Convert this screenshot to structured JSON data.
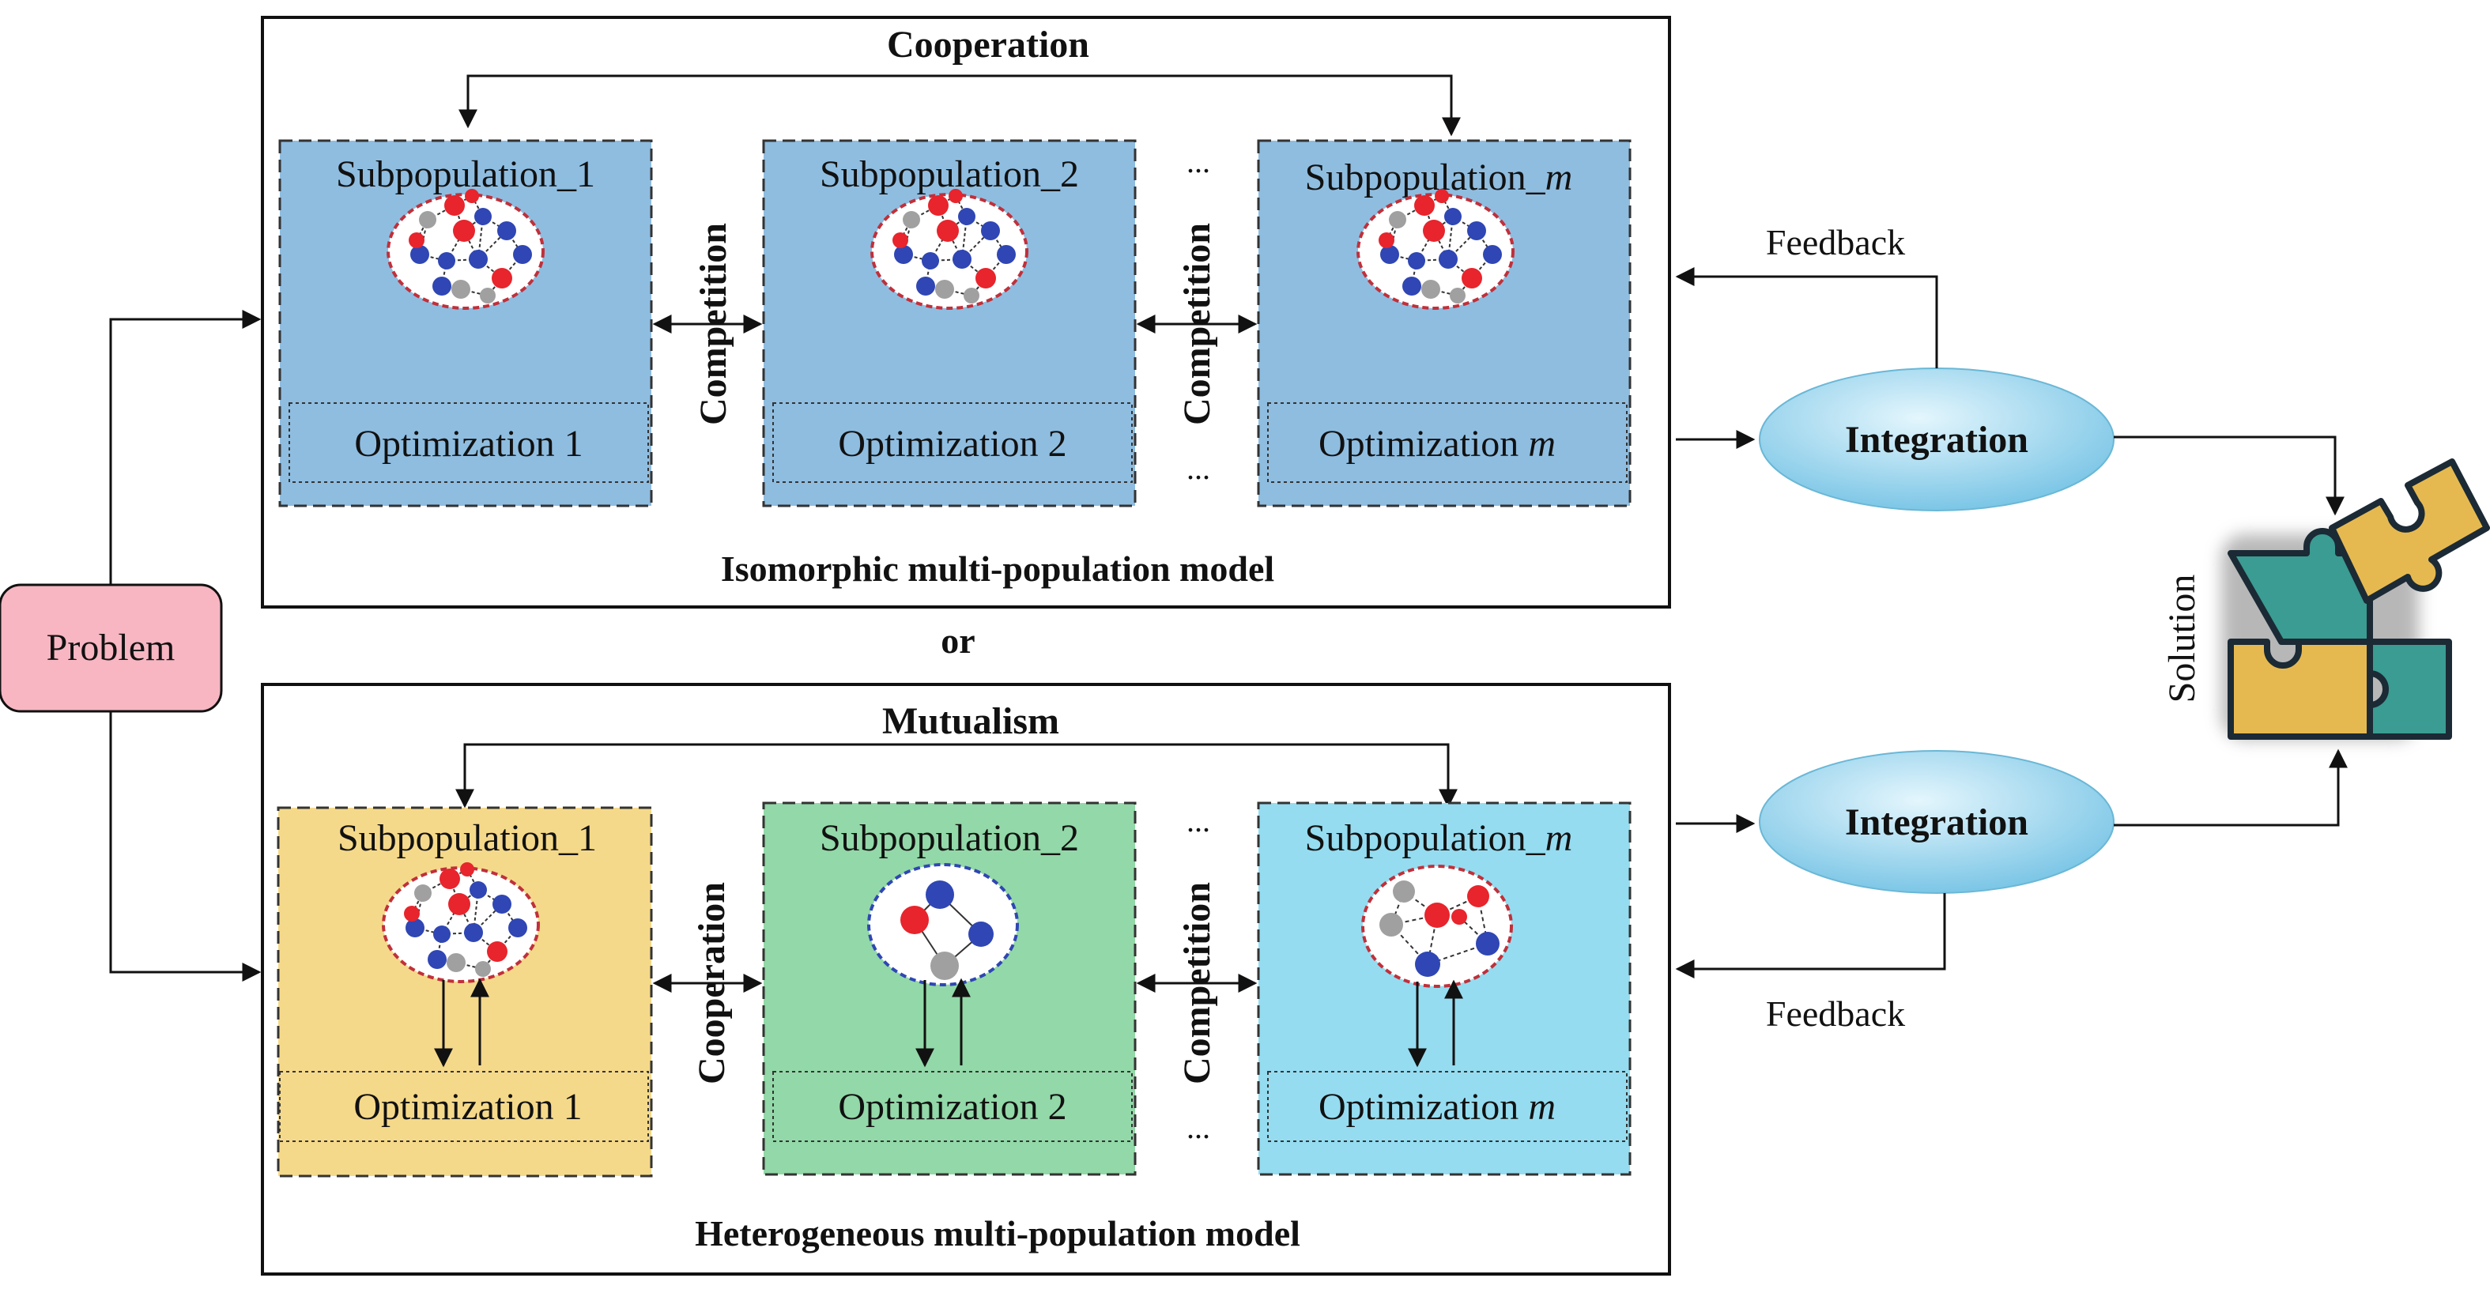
{
  "problem": {
    "label": "Problem",
    "fill": "#f7b6c2"
  },
  "or_label": "or",
  "solution": {
    "label": "Solution"
  },
  "feedback_label": "Feedback",
  "iso_model": {
    "title": "Isomorphic multi-population model",
    "top_relation": "Cooperation",
    "relation_1": "Competition",
    "relation_2": "Competition",
    "integration": "Integration",
    "subpopulations": [
      {
        "name": "Subpopulation_1",
        "optimization": "Optimization 1",
        "fill": "#8fbde0"
      },
      {
        "name": "Subpopulation_2",
        "optimization": "Optimization 2",
        "fill": "#8fbde0"
      },
      {
        "name_prefix": "Subpopulation_",
        "name_var": "m",
        "opt_prefix": "Optimization ",
        "opt_var": "m",
        "fill": "#8fbde0"
      }
    ]
  },
  "hetero_model": {
    "title": "Heterogeneous multi-population model",
    "top_relation": "Mutualism",
    "relation_1": "Cooperation",
    "relation_2": "Competition",
    "integration": "Integration",
    "subpopulations": [
      {
        "name": "Subpopulation_1",
        "optimization": "Optimization 1",
        "fill": "#f5d98a"
      },
      {
        "name": "Subpopulation_2",
        "optimization": "Optimization 2",
        "fill": "#93d8a8"
      },
      {
        "name_prefix": "Subpopulation_",
        "name_var": "m",
        "opt_prefix": "Optimization ",
        "opt_var": "m",
        "fill": "#95dcf0"
      }
    ]
  },
  "ellipsis": "...",
  "colors": {
    "node_red": "#e8242c",
    "node_blue": "#2f46b4",
    "node_gray": "#a0a0a0",
    "integration": "#a8dcf2",
    "puzzle_teal": "#3a9c92",
    "puzzle_yellow": "#e6b950"
  }
}
